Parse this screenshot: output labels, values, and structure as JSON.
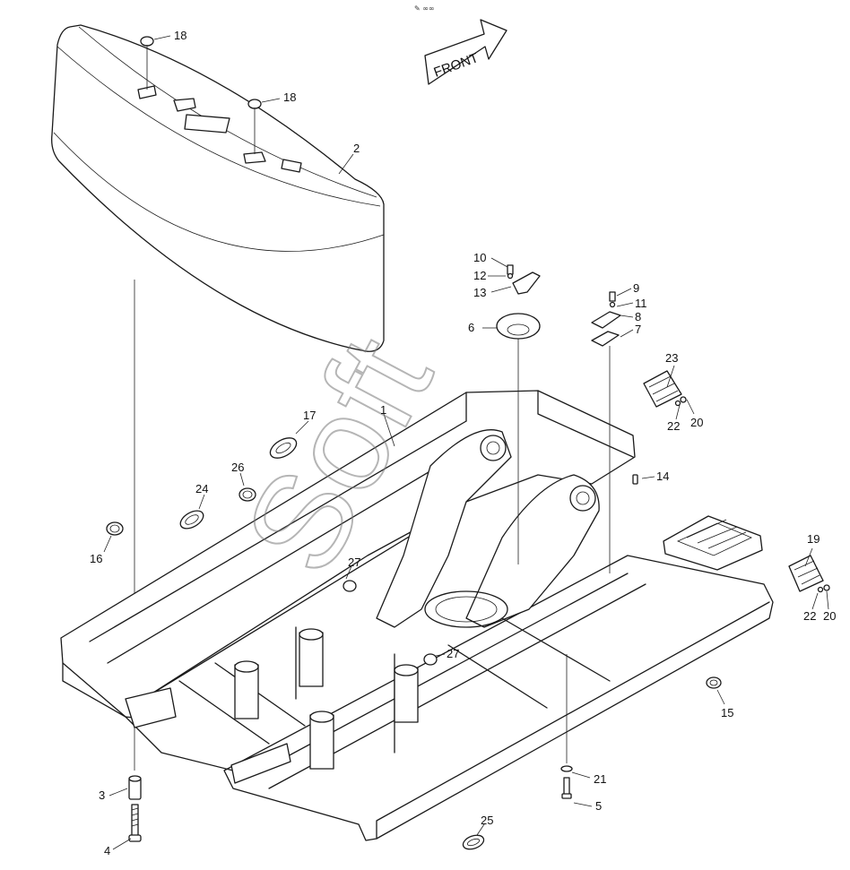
{
  "header_mark": "✎ ∞∞",
  "front_label": "FRONT",
  "watermark": "Soft",
  "callouts": [
    {
      "id": "c1",
      "label": "1"
    },
    {
      "id": "c2",
      "label": "2"
    },
    {
      "id": "c3",
      "label": "3"
    },
    {
      "id": "c4",
      "label": "4"
    },
    {
      "id": "c5",
      "label": "5"
    },
    {
      "id": "c6",
      "label": "6"
    },
    {
      "id": "c7",
      "label": "7"
    },
    {
      "id": "c8",
      "label": "8"
    },
    {
      "id": "c9",
      "label": "9"
    },
    {
      "id": "c10",
      "label": "10"
    },
    {
      "id": "c11",
      "label": "11"
    },
    {
      "id": "c12",
      "label": "12"
    },
    {
      "id": "c13",
      "label": "13"
    },
    {
      "id": "c14",
      "label": "14"
    },
    {
      "id": "c15",
      "label": "15"
    },
    {
      "id": "c16",
      "label": "16"
    },
    {
      "id": "c17",
      "label": "17"
    },
    {
      "id": "c18a",
      "label": "18"
    },
    {
      "id": "c18b",
      "label": "18"
    },
    {
      "id": "c19",
      "label": "19"
    },
    {
      "id": "c20a",
      "label": "20"
    },
    {
      "id": "c20b",
      "label": "20"
    },
    {
      "id": "c21",
      "label": "21"
    },
    {
      "id": "c22a",
      "label": "22"
    },
    {
      "id": "c22b",
      "label": "22"
    },
    {
      "id": "c23",
      "label": "23"
    },
    {
      "id": "c24",
      "label": "24"
    },
    {
      "id": "c25",
      "label": "25"
    },
    {
      "id": "c26",
      "label": "26"
    },
    {
      "id": "c27a",
      "label": "27"
    },
    {
      "id": "c27b",
      "label": "27"
    }
  ]
}
